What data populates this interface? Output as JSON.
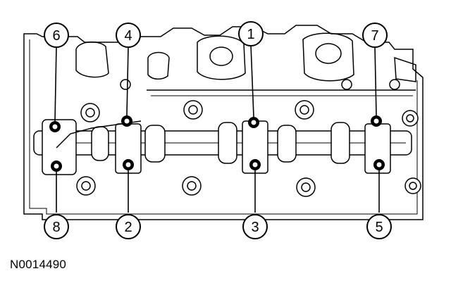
{
  "figure_id": "N0014490",
  "callouts": [
    {
      "id": "6",
      "label": "6"
    },
    {
      "id": "4",
      "label": "4"
    },
    {
      "id": "1",
      "label": "1"
    },
    {
      "id": "7",
      "label": "7"
    },
    {
      "id": "8",
      "label": "8"
    },
    {
      "id": "2",
      "label": "2"
    },
    {
      "id": "3",
      "label": "3"
    },
    {
      "id": "5",
      "label": "5"
    }
  ]
}
